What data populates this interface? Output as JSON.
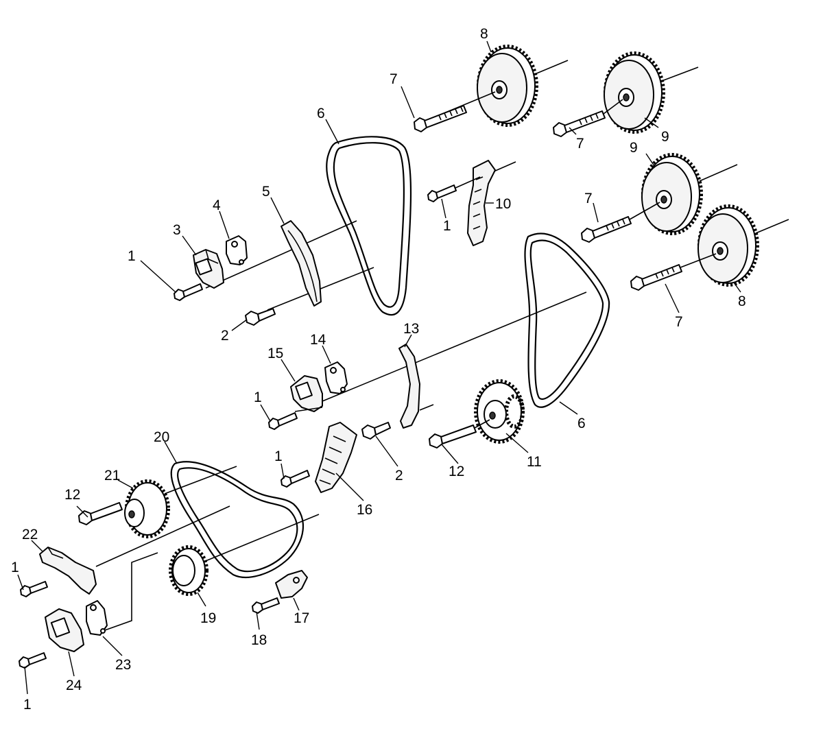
{
  "callouts": [
    {
      "id": "c-8a",
      "text": "8"
    },
    {
      "id": "c-7a",
      "text": "7"
    },
    {
      "id": "c-6a",
      "text": "6"
    },
    {
      "id": "c-9a",
      "text": "9"
    },
    {
      "id": "c-7b",
      "text": "7"
    },
    {
      "id": "c-9b",
      "text": "9"
    },
    {
      "id": "c-10",
      "text": "10"
    },
    {
      "id": "c-1a",
      "text": "1"
    },
    {
      "id": "c-7c",
      "text": "7"
    },
    {
      "id": "c-8b",
      "text": "8"
    },
    {
      "id": "c-7d",
      "text": "7"
    },
    {
      "id": "c-5",
      "text": "5"
    },
    {
      "id": "c-4",
      "text": "4"
    },
    {
      "id": "c-3",
      "text": "3"
    },
    {
      "id": "c-1b",
      "text": "1"
    },
    {
      "id": "c-2a",
      "text": "2"
    },
    {
      "id": "c-13",
      "text": "13"
    },
    {
      "id": "c-14",
      "text": "14"
    },
    {
      "id": "c-15",
      "text": "15"
    },
    {
      "id": "c-1c",
      "text": "1"
    },
    {
      "id": "c-6b",
      "text": "6"
    },
    {
      "id": "c-20",
      "text": "20"
    },
    {
      "id": "c-21",
      "text": "21"
    },
    {
      "id": "c-12a",
      "text": "12"
    },
    {
      "id": "c-1d",
      "text": "1"
    },
    {
      "id": "c-2b",
      "text": "2"
    },
    {
      "id": "c-12b",
      "text": "12"
    },
    {
      "id": "c-11",
      "text": "11"
    },
    {
      "id": "c-16",
      "text": "16"
    },
    {
      "id": "c-22",
      "text": "22"
    },
    {
      "id": "c-1e",
      "text": "1"
    },
    {
      "id": "c-19",
      "text": "19"
    },
    {
      "id": "c-17",
      "text": "17"
    },
    {
      "id": "c-18",
      "text": "18"
    },
    {
      "id": "c-23",
      "text": "23"
    },
    {
      "id": "c-24",
      "text": "24"
    },
    {
      "id": "c-1f",
      "text": "1"
    }
  ]
}
